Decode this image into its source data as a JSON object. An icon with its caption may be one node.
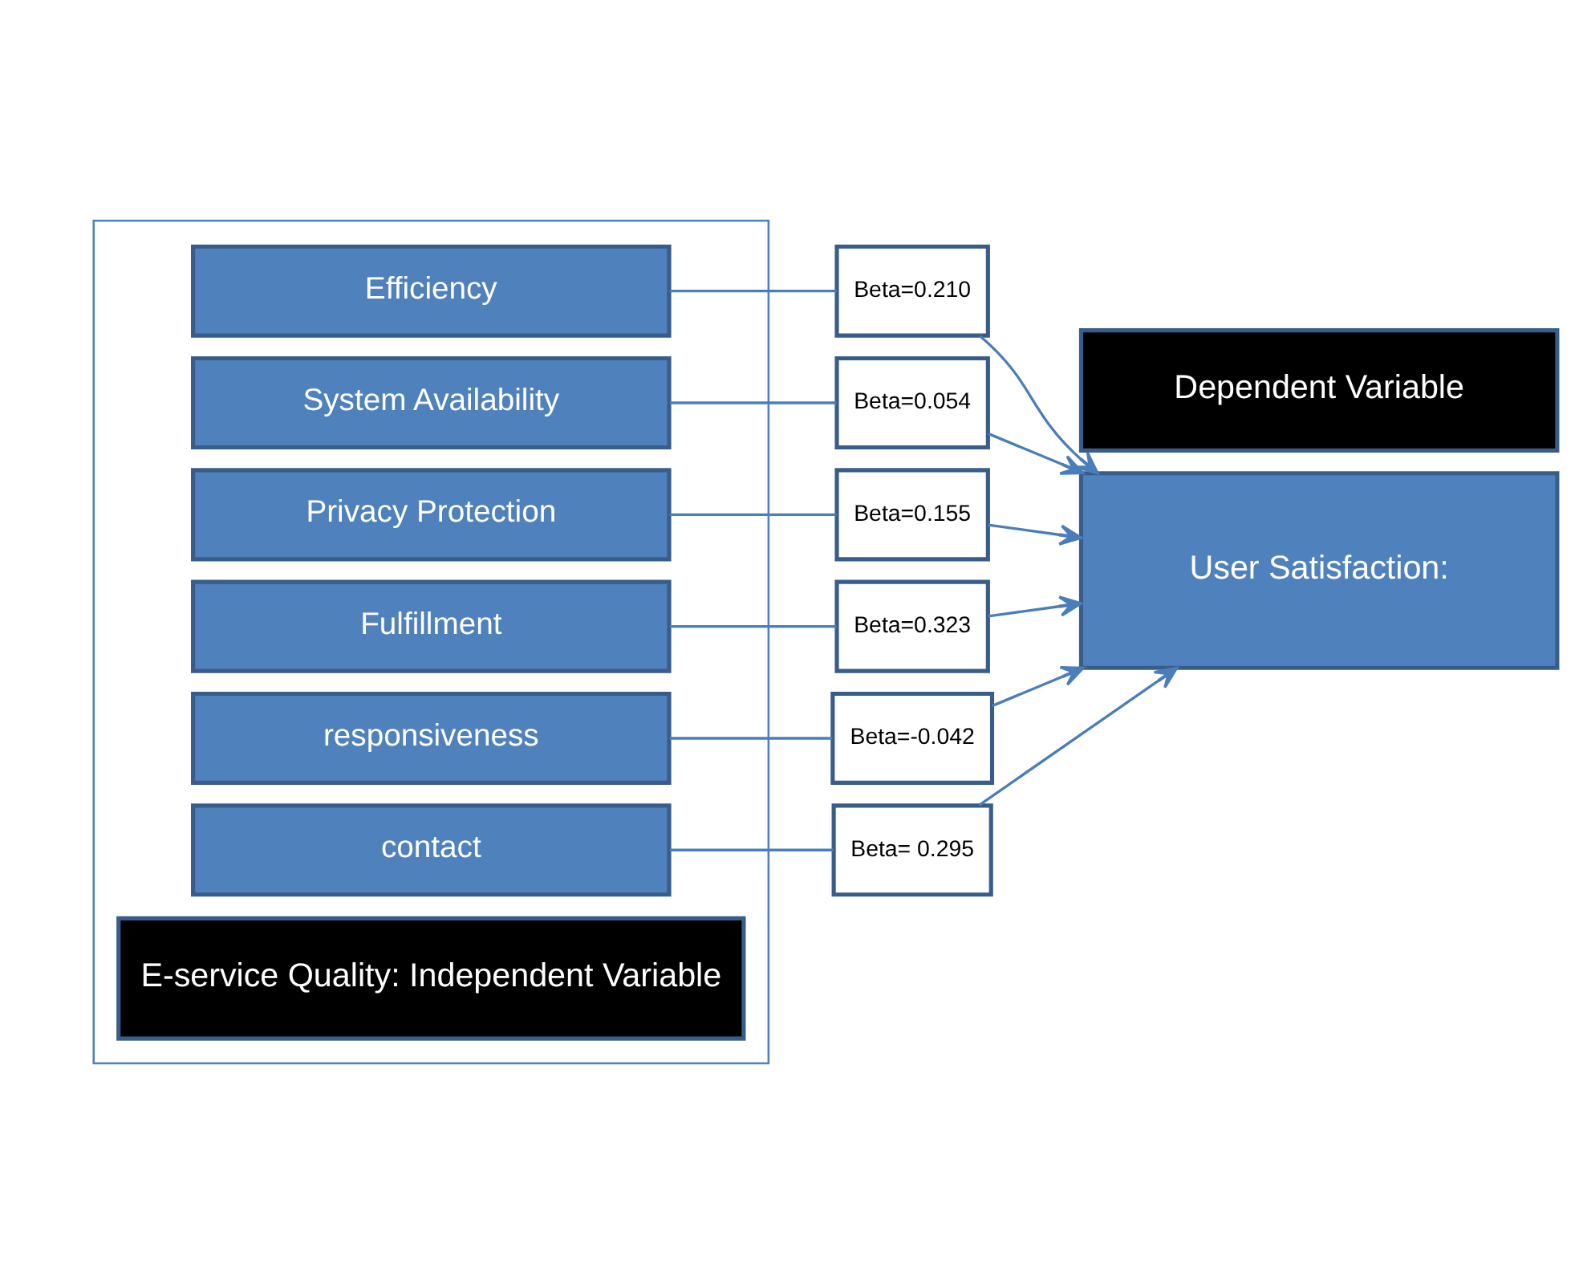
{
  "diagram": {
    "nodes": [
      {
        "text": [],
        "shape": "box"
      },
      {
        "text": [
          "E-service Quality: Independent Variable"
        ],
        "in": 0
      },
      {
        "text": [
          "Efficiency"
        ],
        "in": 0
      },
      {
        "text": [
          "System Availability"
        ],
        "in": 0
      },
      {
        "text": [
          "Privacy Protection"
        ],
        "in": 0
      },
      {
        "text": [
          "Fulfillment"
        ],
        "in": 0
      },
      {
        "text": [
          "responsiveness"
        ],
        "in": 0
      },
      {
        "text": [
          "contact"
        ],
        "in": 0
      },
      {
        "text": [
          "Beta=0.210"
        ]
      },
      {
        "text": [
          "Beta=0.054"
        ]
      },
      {
        "text": [
          "Beta=0.155"
        ]
      },
      {
        "text": [
          "Beta=0.323"
        ]
      },
      {
        "text": [
          "Beta=-0.042"
        ]
      },
      {
        "text": [
          "Beta= 0.295"
        ]
      },
      {
        "text": [
          "Dependent Variable"
        ]
      },
      {
        "text": [
          "User Satisfaction:"
        ]
      }
    ],
    "edges": [
      {
        "from": 2,
        "to": 8,
        "arrow": "none"
      },
      {
        "from": 3,
        "to": 9,
        "arrow": "none"
      },
      {
        "from": 4,
        "to": 10,
        "arrow": "none"
      },
      {
        "from": 5,
        "to": 11,
        "arrow": "none"
      },
      {
        "from": 6,
        "to": 12,
        "arrow": "none"
      },
      {
        "from": 7,
        "to": 13,
        "arrow": "none"
      },
      {
        "from": 8,
        "to": 15,
        "arrow": "to"
      },
      {
        "from": 9,
        "to": 15,
        "arrow": "to"
      },
      {
        "from": 10,
        "to": 15,
        "arrow": "to"
      },
      {
        "from": 11,
        "to": 15,
        "arrow": "to"
      },
      {
        "from": 12,
        "to": 15,
        "arrow": "to"
      },
      {
        "from": 13,
        "to": 15,
        "arrow": "to"
      }
    ]
  }
}
